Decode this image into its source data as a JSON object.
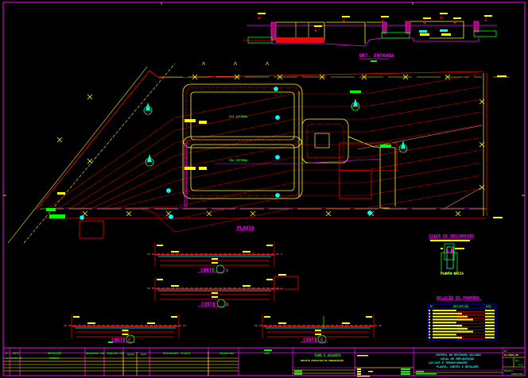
{
  "drawing": {
    "colors": {
      "background": "#000000",
      "border": "#ff00ff",
      "walls": "#ffff00",
      "lines": "#ff0000",
      "contours": "#c00000",
      "accent_green": "#00ff00",
      "accent_cyan": "#00ffff",
      "table_frame": "#0000ff"
    },
    "views": {
      "entrance_detail": {
        "title": "DET. ENTRADA",
        "scale": "ESC."
      },
      "plan": {
        "title": "PLANTA"
      },
      "sections": [
        {
          "title": "CORTE",
          "tag": "A"
        },
        {
          "title": "CORTE",
          "tag": "B"
        },
        {
          "title": "CORTE",
          "tag": "C"
        },
        {
          "title": "CORTE",
          "tag": "D"
        }
      ],
      "inspection_box": {
        "title": "CAIXA DE DESCONEXÃO",
        "subtitle": "PLANTA BAIXA"
      },
      "standards_table": {
        "title": "RELAÇÃO DE PADRÕES",
        "headers": [
          "N°",
          "DESCRIÇÃO",
          "QTD"
        ],
        "row_count": 10
      }
    },
    "plan_labels": {
      "lane_1": "VIA INTERNA",
      "lane_2": "VIA INTERNA",
      "fence_marker": "X",
      "north_label": "N"
    },
    "title_block": {
      "revision_headers": [
        "R.",
        "DATA",
        "DESCRIÇÃO",
        "DESENHADO POR",
        "APROVADO POR",
        "VISTO",
        "DATA",
        "RESPONSÁVEL TÉCNICO",
        "ASSINATURA",
        "CREA"
      ],
      "revision_row": {
        "rev": "0",
        "date": "00/00/00",
        "description": "EMISSÃO"
      },
      "sheet_title": "TEMA E ASSUNTO",
      "sheet_subtitle": "PROJETO EXECUTIVO DE URBANIZAÇÃO",
      "project_lines": [
        "CENTRAL DE RESÍDUOS SÓLIDOS",
        "LOCAL DE IMPLANTAÇÃO",
        "LAY-OUT E TERRAPLENAGEM",
        "PLANTA, CORTES E DETALHES"
      ],
      "drawing_number_label": "Nº",
      "drawing_number": "01-0001-RE",
      "sheet_label": "FL.",
      "sheet_value": "1/1",
      "scale_label": "ESCALA",
      "scale_value": "INDICADA"
    }
  }
}
